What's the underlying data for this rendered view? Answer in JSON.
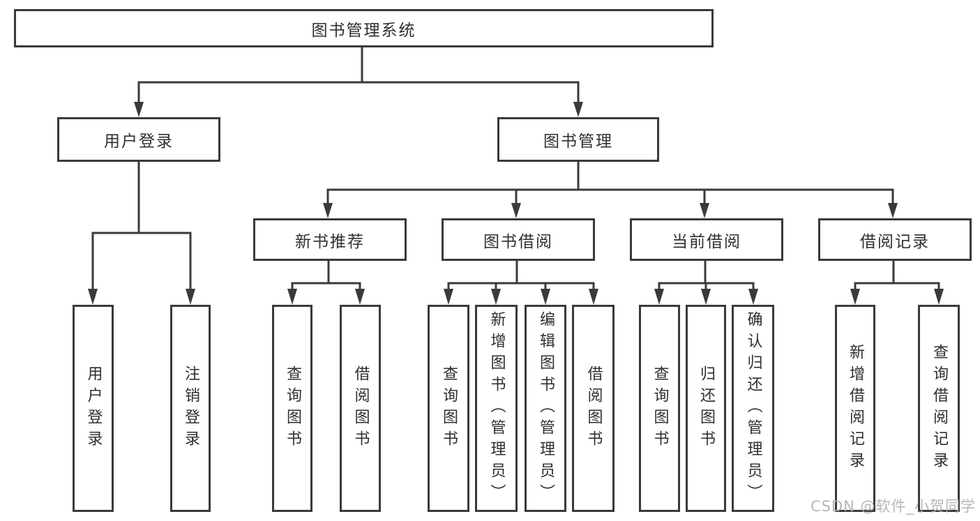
{
  "tree": {
    "label": "图书管理系统",
    "children": [
      {
        "label": "用户登录",
        "children": [
          {
            "label": "用户登录"
          },
          {
            "label": "注销登录"
          }
        ]
      },
      {
        "label": "图书管理",
        "children": [
          {
            "label": "新书推荐",
            "children": [
              {
                "label": "查询图书"
              },
              {
                "label": "借阅图书"
              }
            ]
          },
          {
            "label": "图书借阅",
            "children": [
              {
                "label": "查询图书"
              },
              {
                "label": "新增图书（管理员）"
              },
              {
                "label": "编辑图书（管理员）"
              },
              {
                "label": "借阅图书"
              }
            ]
          },
          {
            "label": "当前借阅",
            "children": [
              {
                "label": "查询图书"
              },
              {
                "label": "归还图书"
              },
              {
                "label": "确认归还（管理员）"
              }
            ]
          },
          {
            "label": "借阅记录",
            "children": [
              {
                "label": "新增借阅记录"
              },
              {
                "label": "查询借阅记录"
              }
            ]
          }
        ]
      }
    ]
  },
  "watermark": {
    "text": "CSDN @软件_小贺同学"
  },
  "colors": {
    "line": "#3a3a3a",
    "box_border": "#3a3a3a",
    "box_fill": "#ffffff",
    "text": "#2f2f2f",
    "watermark": "#b2b2b2",
    "background": "#ffffff"
  }
}
